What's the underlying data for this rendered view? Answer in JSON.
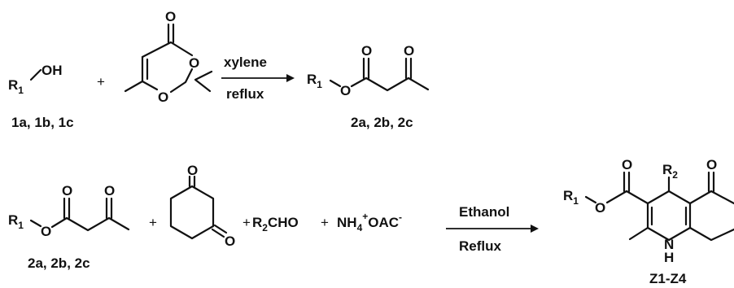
{
  "reaction1": {
    "reactant_alcohol": {
      "r": "R",
      "r_sub": "1",
      "oh": "OH"
    },
    "plus": "+",
    "dioxinone_atoms": {
      "o_carbonyl": "O",
      "o_ring1": "O",
      "o_ring2": "O"
    },
    "conditions": {
      "above": "xylene",
      "below": "reflux"
    },
    "product_atoms": {
      "r": "R",
      "r_sub": "1",
      "o_ester": "O",
      "o_carbonyl1": "O",
      "o_carbonyl2": "O"
    },
    "reactant_label": "1a, 1b, 1c",
    "product_label": "2a, 2b, 2c"
  },
  "reaction2": {
    "ketoester_atoms": {
      "r": "R",
      "r_sub": "1",
      "o_ester": "O",
      "o_carbonyl1": "O",
      "o_carbonyl2": "O"
    },
    "ketoester_label": "2a, 2b, 2c",
    "plus1": "+",
    "dione_atoms": {
      "o_top": "O",
      "o_bottom": "O"
    },
    "plus2": "+",
    "aldehyde": {
      "r": "R",
      "r_sub": "2",
      "cho": "CHO"
    },
    "plus3": "+",
    "ammonium": {
      "nh": "NH",
      "nh_sub": "4",
      "charge_plus": "+",
      "oac": "OAC",
      "charge_minus": "-"
    },
    "conditions": {
      "above": "Ethanol",
      "below": "Reflux"
    },
    "product_atoms": {
      "r1": "R",
      "r1_sub": "1",
      "o_ester": "O",
      "o_carbonyl1": "O",
      "r2": "R",
      "r2_sub": "2",
      "o_carbonyl2": "O",
      "nh_n": "N",
      "nh_h": "H"
    },
    "product_label": "Z1-Z4"
  }
}
